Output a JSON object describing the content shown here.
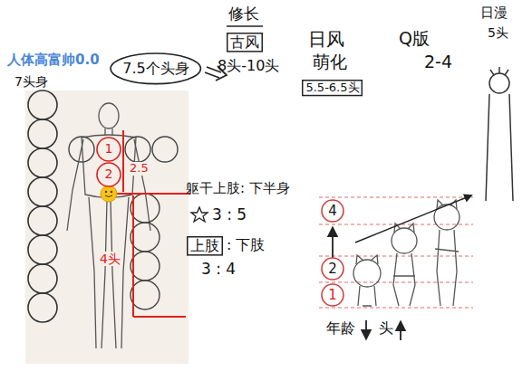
{
  "diagram": {
    "nodes": [
      {
        "text": [
          "7.5个头身"
        ]
      },
      {
        "text": [
          "古风"
        ]
      },
      {
        "text": [
          "5.5-6.5头"
        ]
      },
      {
        "text": [
          "上肢"
        ]
      },
      {
        "text": [
          "1"
        ]
      },
      {
        "text": [
          "2"
        ]
      },
      {
        "text": [
          "4"
        ]
      },
      {
        "text": [
          "2"
        ]
      },
      {
        "text": [
          "1"
        ]
      }
    ],
    "labels": [
      "人体高富帅0.0",
      "7头身",
      "修长",
      "8头-10头",
      "日风",
      "萌化",
      "Q版",
      "2-4",
      "日漫",
      "5头",
      "2.5",
      "4头",
      "躯干上肢: 下半身",
      "3 : 5",
      ": 下肢",
      "3 : 4",
      "年龄",
      "头"
    ]
  }
}
